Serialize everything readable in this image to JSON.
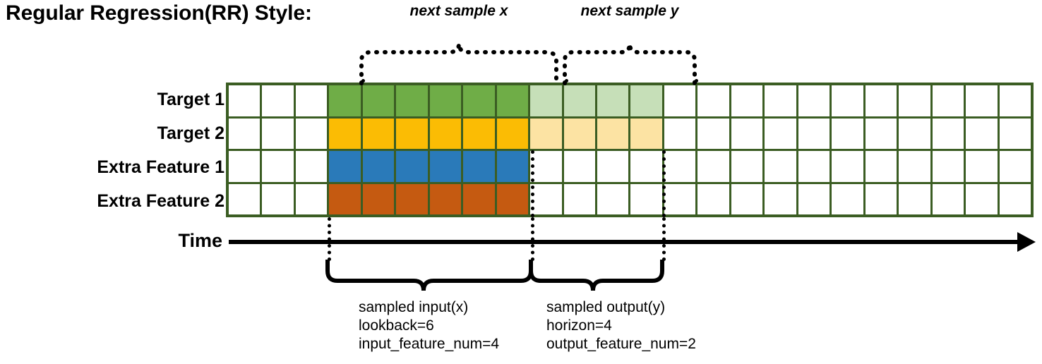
{
  "title": "Regular Regression(RR) Style:",
  "rows": [
    {
      "label": "Target 1"
    },
    {
      "label": "Target 2"
    },
    {
      "label": "Extra Feature 1"
    },
    {
      "label": "Extra Feature 2"
    }
  ],
  "axis": {
    "time_label": "Time"
  },
  "top_braces": [
    {
      "label": "next sample x"
    },
    {
      "label": "next sample y"
    }
  ],
  "bottom_captions": [
    {
      "line1": "sampled input(x)",
      "line2": "lookback=6",
      "line3": "input_feature_num=4"
    },
    {
      "line1": "sampled output(y)",
      "line2": "horizon=4",
      "line3": "output_feature_num=2"
    }
  ],
  "colors": {
    "grid_border": "#3b5d23",
    "target1_input": "#6fad47",
    "target1_output": "#c6dfb8",
    "target2_input": "#fbbc04",
    "target2_output": "#fce3a3",
    "extra_feature1": "#2a7ab9",
    "extra_feature2": "#c55a11",
    "empty": "#ffffff",
    "ink": "#000000"
  },
  "chart_data": {
    "type": "heatmap",
    "title": "Regular Regression(RR) Style:",
    "columns": 24,
    "rows": [
      "Target 1",
      "Target 2",
      "Extra Feature 1",
      "Extra Feature 2"
    ],
    "lookback": 6,
    "horizon": 4,
    "input_feature_num": 4,
    "output_feature_num": 2,
    "input_start_col": 4,
    "input_end_col": 9,
    "output_start_col": 10,
    "output_end_col": 13,
    "cell_fills": [
      [
        "#ffffff",
        "#ffffff",
        "#ffffff",
        "#6fad47",
        "#6fad47",
        "#6fad47",
        "#6fad47",
        "#6fad47",
        "#6fad47",
        "#c6dfb8",
        "#c6dfb8",
        "#c6dfb8",
        "#c6dfb8",
        "#ffffff",
        "#ffffff",
        "#ffffff",
        "#ffffff",
        "#ffffff",
        "#ffffff",
        "#ffffff",
        "#ffffff",
        "#ffffff",
        "#ffffff",
        "#ffffff"
      ],
      [
        "#ffffff",
        "#ffffff",
        "#ffffff",
        "#fbbc04",
        "#fbbc04",
        "#fbbc04",
        "#fbbc04",
        "#fbbc04",
        "#fbbc04",
        "#fce3a3",
        "#fce3a3",
        "#fce3a3",
        "#fce3a3",
        "#ffffff",
        "#ffffff",
        "#ffffff",
        "#ffffff",
        "#ffffff",
        "#ffffff",
        "#ffffff",
        "#ffffff",
        "#ffffff",
        "#ffffff",
        "#ffffff"
      ],
      [
        "#ffffff",
        "#ffffff",
        "#ffffff",
        "#2a7ab9",
        "#2a7ab9",
        "#2a7ab9",
        "#2a7ab9",
        "#2a7ab9",
        "#2a7ab9",
        "#ffffff",
        "#ffffff",
        "#ffffff",
        "#ffffff",
        "#ffffff",
        "#ffffff",
        "#ffffff",
        "#ffffff",
        "#ffffff",
        "#ffffff",
        "#ffffff",
        "#ffffff",
        "#ffffff",
        "#ffffff",
        "#ffffff"
      ],
      [
        "#ffffff",
        "#ffffff",
        "#ffffff",
        "#c55a11",
        "#c55a11",
        "#c55a11",
        "#c55a11",
        "#c55a11",
        "#c55a11",
        "#ffffff",
        "#ffffff",
        "#ffffff",
        "#ffffff",
        "#ffffff",
        "#ffffff",
        "#ffffff",
        "#ffffff",
        "#ffffff",
        "#ffffff",
        "#ffffff",
        "#ffffff",
        "#ffffff",
        "#ffffff",
        "#ffffff"
      ]
    ]
  }
}
